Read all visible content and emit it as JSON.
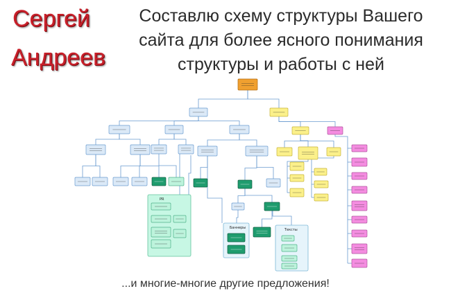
{
  "author": {
    "first_name": "Сергей",
    "last_name": "Андреев"
  },
  "headline": {
    "line1": "Составлю схему структуры Вашего",
    "line2": "сайта для более ясного понимания",
    "line3": "структуры и работы с ней"
  },
  "footer": {
    "text": "...и многие-многие другие предложения!"
  },
  "colors": {
    "line": "#6a9bd0",
    "root_fill": "#f0a030",
    "blue_fill": "#dbe9f7",
    "blue_stroke": "#6a9bd0",
    "yellow_fill": "#fbf08a",
    "yellow_stroke": "#c7b43a",
    "pink_fill": "#f48ce0",
    "pink_stroke": "#b0559e",
    "green_fill": "#1f9c6e",
    "green_stroke": "#0e5f41",
    "mint_fill": "#bdf3dc",
    "mint_stroke": "#4fb38a",
    "cluster_fill": "#c7f7e4",
    "cluster_stroke": "#63c49c",
    "panel_fill": "#e6f4fb",
    "panel_stroke": "#7cb7d6"
  },
  "diagram": {
    "groups": [
      {
        "id": "g-pr",
        "label": "PR"
      },
      {
        "id": "g-banners",
        "label": "Баннеры"
      },
      {
        "id": "g-texts",
        "label": "Тексты"
      }
    ]
  }
}
